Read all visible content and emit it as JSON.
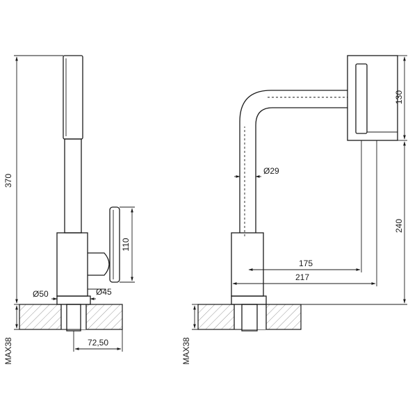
{
  "dimensions": {
    "height_total": "370",
    "mount_max": "MAX38",
    "d_outer": "Ø50",
    "d_knob": "Ø45",
    "handle_height": "110",
    "depth": "72,50",
    "d_spout": "Ø29",
    "head_height": "130",
    "spout_height": "240",
    "reach_175": "175",
    "reach_217": "217"
  },
  "colors": {
    "line": "#1a1a1a",
    "hatch": "#555555"
  }
}
